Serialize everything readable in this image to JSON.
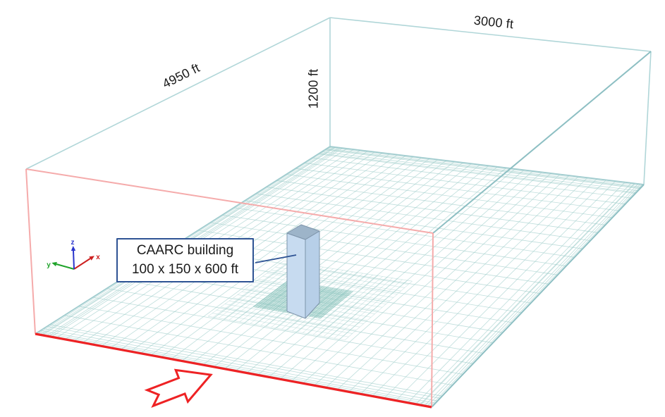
{
  "dimension_labels": {
    "depth": "4950 ft",
    "width": "3000 ft",
    "height": "1200 ft"
  },
  "callout": {
    "line1": "CAARC building",
    "line2": "100 x 150 x 600 ft"
  },
  "axes": {
    "x": "x",
    "y": "y",
    "z": "z"
  },
  "colors": {
    "domain_edge": "#b0d6d8",
    "domain_edge_mid": "#9fcbce",
    "domain_edge_dark": "#8dbfc3",
    "mesh_line": "#9ccdc9",
    "mesh_fine": "#7bbcb4",
    "inlet_edge": "#f5abab",
    "inlet_highlight": "#ee2224",
    "flow_arrow": "#ee2224",
    "building_front": "#c7dbf0",
    "building_side": "#b7cfe8",
    "building_top": "#9db4c9",
    "building_outline": "#7e94aa",
    "callout_border": "#2e5394",
    "leader": "#2e5394",
    "axis_x": "#cc2020",
    "axis_y": "#1fa32a",
    "axis_z": "#2b35cc",
    "text": "#1a1a1a"
  }
}
